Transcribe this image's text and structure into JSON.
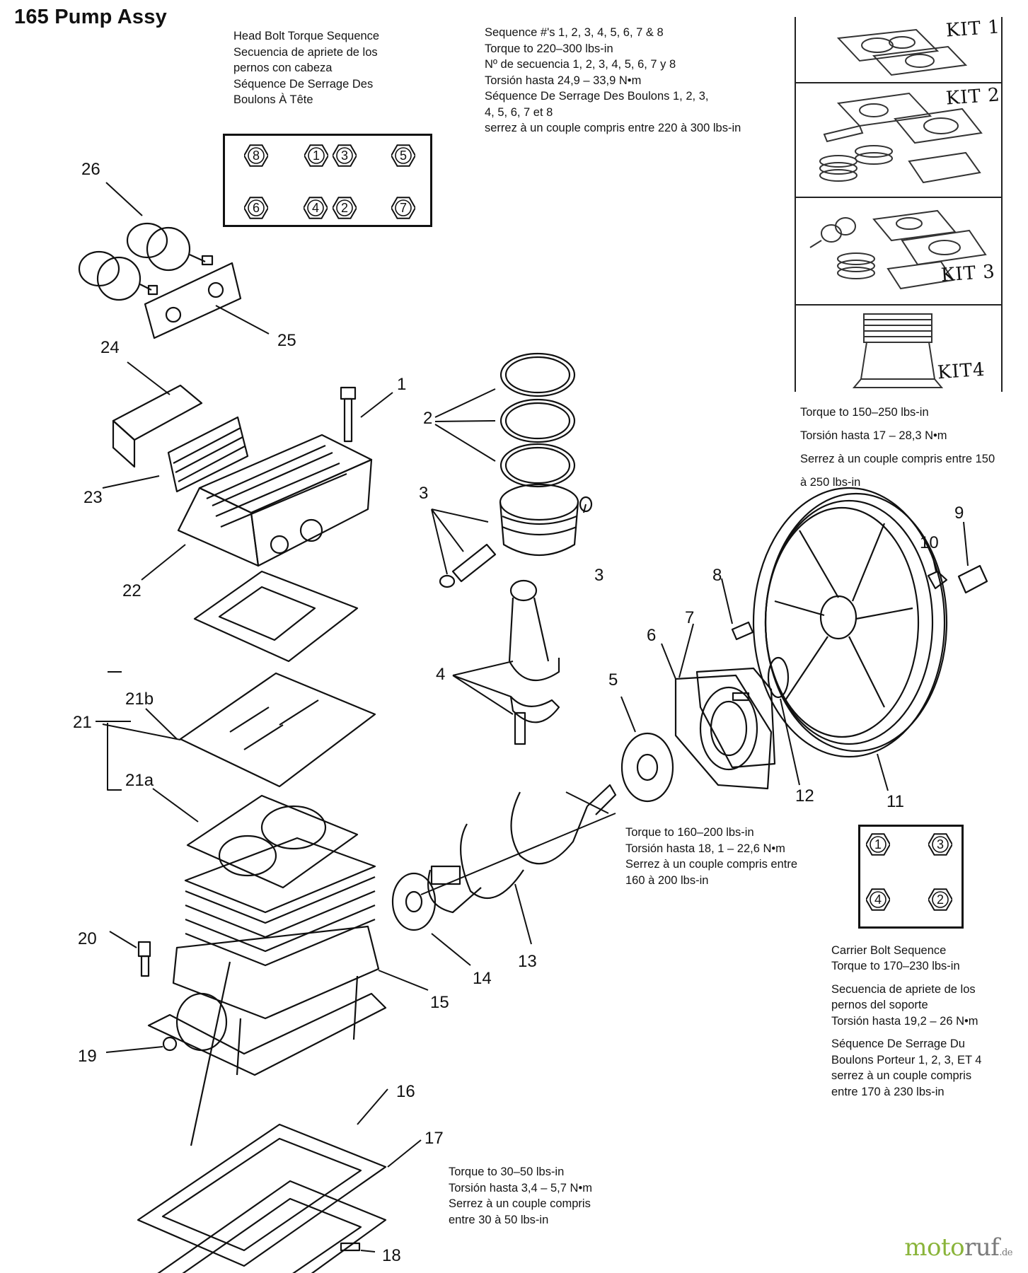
{
  "title": "165 Pump Assy",
  "head_bolt_note": "Head Bolt Torque Sequence\nSecuencia de apriete de los\npernos con cabeza\nSéquence De Serrage Des\nBoulons À Tête",
  "sequence_note": "Sequence #'s 1, 2, 3, 4, 5, 6, 7 & 8\nTorque to 220–300 lbs-in\nNº de secuencia 1, 2, 3, 4, 5, 6, 7 y 8\nTorsión hasta 24,9 – 33,9 N•m\nSéquence De Serrage Des Boulons 1, 2, 3,\n4, 5, 6, 7 et  8\nserrez à un couple compris entre 220 à 300 lbs-in",
  "flywheel_note": "Torque to 150–250 lbs-in\nTorsión hasta 17 – 28,3 N•m\nSerrez à un couple compris entre 150\nà 250 lbs-in",
  "crank_note": "Torque to 160–200 lbs-in\nTorsión hasta 18, 1 – 22,6 N•m\nSerrez à un couple compris entre\n160 à 200 lbs-in",
  "carrier_note": {
    "english": "Carrier Bolt Sequence\nTorque to 170–230 lbs-in",
    "spanish": "Secuencia de apriete de los\npernos del soporte\nTorsión hasta 19,2 – 26 N•m",
    "french": "Séquence De Serrage Du\nBoulons Porteur 1, 2, 3, ET 4\nserrez à un couple compris\nentre 170 à 230 lbs-in"
  },
  "base_note": "Torque to 30–50 lbs-in\nTorsión hasta 3,4 – 5,7 N•m\nSerrez à un couple compris\nentre 30 à 50 lbs-in",
  "head_bolt_sequence": [
    {
      "label": "8"
    },
    {
      "label": "1"
    },
    {
      "label": "3"
    },
    {
      "label": "5"
    },
    {
      "label": "6"
    },
    {
      "label": "4"
    },
    {
      "label": "2"
    },
    {
      "label": "7"
    }
  ],
  "carrier_bolt_sequence": [
    {
      "label": "1"
    },
    {
      "label": "3"
    },
    {
      "label": "4"
    },
    {
      "label": "2"
    }
  ],
  "kits": [
    "KIT 1",
    "KIT 2",
    "KIT 3",
    "KIT4"
  ],
  "callouts": [
    "26",
    "25",
    "24",
    "1",
    "2",
    "23",
    "3",
    "3",
    "22",
    "10",
    "9",
    "8",
    "7",
    "6",
    "4",
    "5",
    "21b",
    "21",
    "12",
    "11",
    "21a",
    "13",
    "14",
    "20",
    "15",
    "19",
    "16",
    "17",
    "18"
  ],
  "logo": {
    "brand": "moto",
    "brand2": "ruf",
    "tld": ".de"
  }
}
